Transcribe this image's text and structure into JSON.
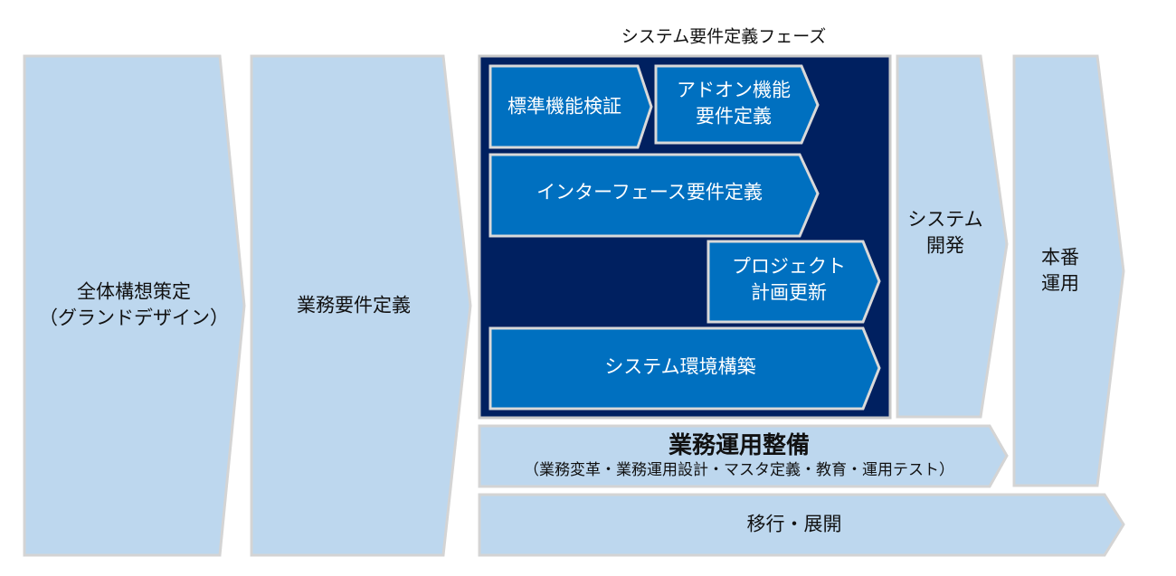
{
  "phase_title": "システム要件定義フェーズ",
  "stages": {
    "grand_design": [
      "全体構想策定",
      "（グランドデザイン）"
    ],
    "business_requirements": "業務要件定義",
    "system_development": [
      "システム",
      "開発"
    ],
    "production": [
      "本番",
      "運用"
    ]
  },
  "system_requirements": {
    "standard_function": "標準機能検証",
    "addon": [
      "アドオン機能",
      "要件定義"
    ],
    "interface": "インターフェース要件定義",
    "project_plan": [
      "プロジェクト",
      "計画更新"
    ],
    "environment": "システム環境構築"
  },
  "operations": {
    "title": "業務運用整備",
    "detail": "（業務変革・業務運用設計・マスタ定義・教育・運用テスト）"
  },
  "migration": "移行・展開",
  "colors": {
    "light": "#bdd7ee",
    "navy": "#002060",
    "blue": "#0070c0"
  }
}
